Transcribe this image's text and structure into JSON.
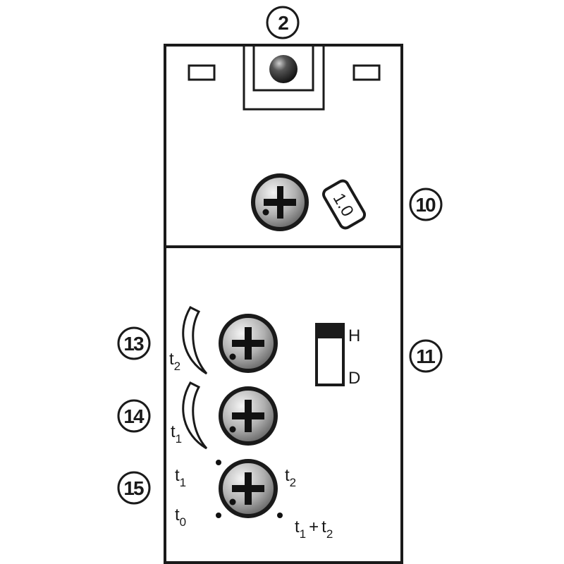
{
  "callouts": {
    "c2": "2",
    "c10": "10",
    "c11": "11",
    "c13": "13",
    "c14": "14",
    "c15": "15"
  },
  "range_label": "1.0",
  "switch": {
    "top_label": "H",
    "bottom_label": "D"
  },
  "time_labels": {
    "t2_upper": {
      "base": "t",
      "sub": "2"
    },
    "t1_middle": {
      "base": "t",
      "sub": "1"
    },
    "t1_lower": {
      "base": "t",
      "sub": "1"
    },
    "t0_lower": {
      "base": "t",
      "sub": "0"
    },
    "t2_right": {
      "base": "t",
      "sub": "2"
    },
    "sum": {
      "a": "t",
      "a_sub": "1",
      "plus": "+",
      "b": "t",
      "b_sub": "2"
    }
  },
  "icons": [
    "potentiometer-icon",
    "led-icon",
    "dip-switch-icon",
    "arc-scale-icon"
  ]
}
